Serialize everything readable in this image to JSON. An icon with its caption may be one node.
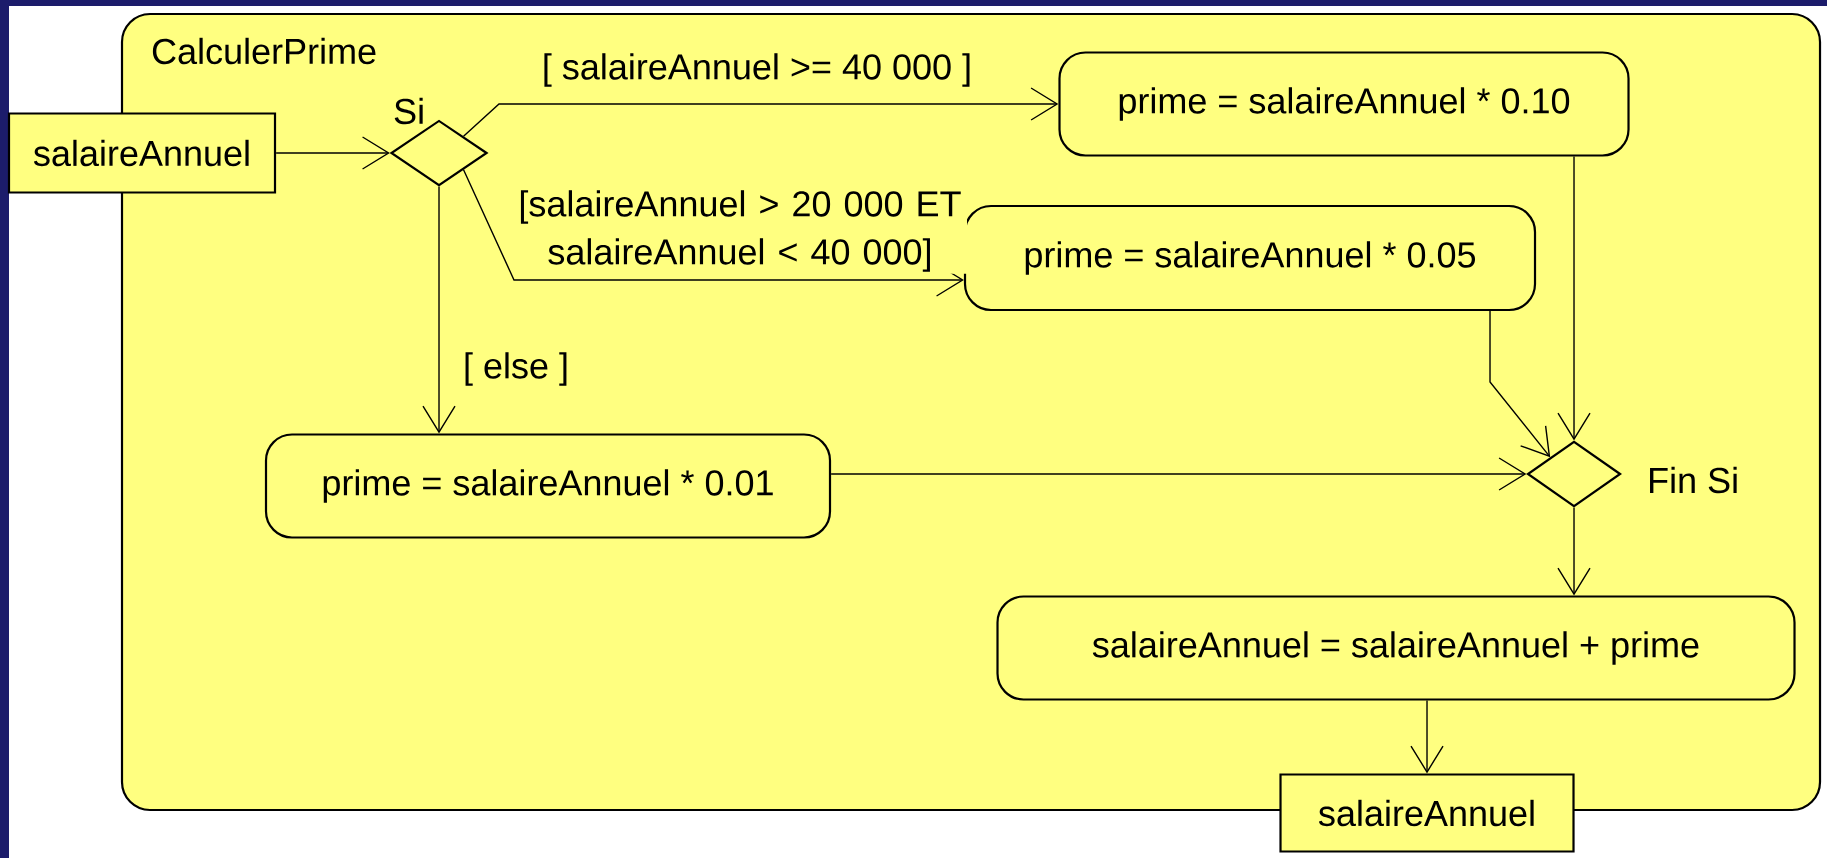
{
  "diagram": {
    "nodes": [
      {
        "text": [
          "CalculerPrime"
        ]
      },
      {
        "text": [
          "salaireAnnuel"
        ]
      },
      {
        "text": [],
        "shape": "diamond",
        "beside": [
          "Si"
        ],
        "in": 0
      },
      {
        "text": [
          "prime = salaireAnnuel * 0.10"
        ],
        "in": 0
      },
      {
        "text": [
          "prime = salaireAnnuel * 0.05"
        ],
        "in": 0
      },
      {
        "text": [
          "prime = salaireAnnuel * 0.01"
        ],
        "in": 0
      },
      {
        "text": [],
        "shape": "diamond",
        "beside": [
          "Fin Si"
        ],
        "in": 0
      },
      {
        "text": [
          "salaireAnnuel = salaireAnnuel + prime"
        ],
        "in": 0
      },
      {
        "text": [
          "salaireAnnuel"
        ]
      }
    ],
    "edges": [
      {
        "from": 1,
        "to": 2,
        "arrow": "to"
      },
      {
        "from": 2,
        "to": 3,
        "arrow": "to",
        "label": "[ salaireAnnuel >= 40 000 ]"
      },
      {
        "from": 2,
        "to": 4,
        "arrow": "to",
        "label": "[salaireAnnuel > 20 000 ET salaireAnnuel < 40 000]"
      },
      {
        "from": 2,
        "to": 5,
        "arrow": "to",
        "label": "[ else ]"
      },
      {
        "from": 3,
        "to": 6,
        "arrow": "to"
      },
      {
        "from": 4,
        "to": 6,
        "arrow": "to"
      },
      {
        "from": 5,
        "to": 6,
        "arrow": "to"
      },
      {
        "from": 6,
        "to": 7,
        "arrow": "to"
      },
      {
        "from": 7,
        "to": 8,
        "arrow": "to"
      }
    ]
  }
}
